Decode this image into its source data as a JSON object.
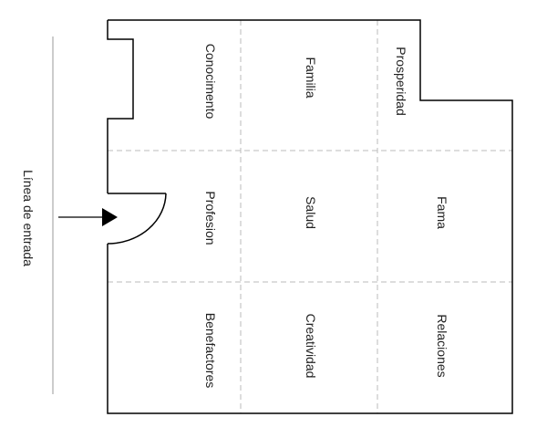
{
  "diagram": {
    "entry_label": "Línea de entrada",
    "areas": [
      {
        "key": "conocimiento",
        "label": "Conocimento"
      },
      {
        "key": "familia",
        "label": "Familia"
      },
      {
        "key": "prosperidad",
        "label": "Prosperidad"
      },
      {
        "key": "profesion",
        "label": "Profesion"
      },
      {
        "key": "salud",
        "label": "Salud"
      },
      {
        "key": "fama",
        "label": "Fama"
      },
      {
        "key": "benefactores",
        "label": "Benefactores"
      },
      {
        "key": "creatividad",
        "label": "Creatividad"
      },
      {
        "key": "relaciones",
        "label": "Relaciones"
      }
    ],
    "colors": {
      "wall": "#000000",
      "grid": "#bbbbbb",
      "text": "#222222",
      "entry_line": "#999999"
    }
  }
}
